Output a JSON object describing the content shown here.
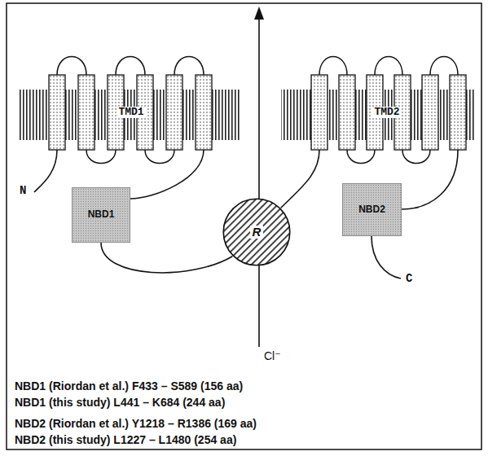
{
  "diagram": {
    "nodes": [
      {
        "text": [
          "TMD1"
        ]
      },
      {
        "text": [
          "TMD2"
        ]
      },
      {
        "text": [
          "NBD1"
        ]
      },
      {
        "text": [
          "R"
        ]
      },
      {
        "text": [
          "NBD2"
        ]
      }
    ],
    "edges": [
      {
        "from": 0,
        "to": 2,
        "arrow": "none"
      },
      {
        "from": 2,
        "to": 3,
        "arrow": "none"
      },
      {
        "from": 3,
        "to": 1,
        "arrow": "none"
      },
      {
        "from": 1,
        "to": 4,
        "arrow": "none"
      }
    ],
    "labels": [
      "N",
      "C",
      "Cl⁻",
      "NBD1 (Riordan et al.) F433 – S589 (156 aa)",
      "NBD1 (this study) L441 – K684 (244 aa)",
      "NBD2 (Riordan et al.) Y1218 – R1386 (169 aa)",
      "NBD2 (this study) L1227 – L1480 (254 aa)"
    ]
  }
}
